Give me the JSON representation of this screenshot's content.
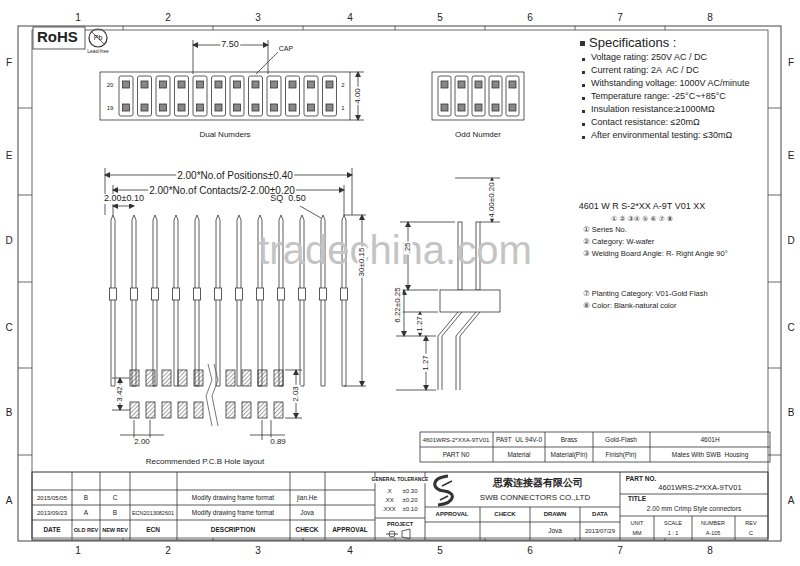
{
  "diagram": {
    "labels": [
      "1",
      "2",
      "3",
      "4",
      "5",
      "6",
      "7",
      "8",
      "1",
      "2",
      "3",
      "4",
      "5",
      "6",
      "7",
      "8",
      "F",
      "E",
      "D",
      "C",
      "B",
      "A",
      "F",
      "E",
      "D",
      "C",
      "B",
      "A",
      "RoHS",
      "Pb",
      "Lead-free",
      "7.50",
      "CAP",
      "4.00",
      "20",
      "19",
      "2",
      "1",
      "Dual Numders",
      "Odd Numder",
      "Specifications :",
      "Voltage rating: 250V AC / DC",
      "Current rating: 2A  AC / DC",
      "Withstanding voltage: 1000V AC/minute",
      "Temperature range: -25°C~+85°C",
      "Insulation resistance:≥1000MΩ",
      "Contact resistance: ≤20mΩ",
      "After environmental testing: ≤30mΩ",
      "2.00*No.of Positions±0.40",
      "2.00*No.of Contacts/2-2.00±0.20",
      "2.00±0.10",
      "SQ  0.50",
      "30±0.15",
      "4.00±0.20",
      ".25",
      "6.22±0.25",
      "1.27",
      "1.27",
      "4601 W R S-2*XX A-9T V01 XX",
      "① ② ③④ ⑤ ⑥ ⑦ ⑧",
      "① Series No.",
      "② Category: W-wafer",
      "③ Welding Board Angle: R- Right Angle 90°",
      "⑦ Planting Category: V01-Gold Flash",
      "⑧ Color: Blank-natural color",
      "tradechina.com",
      "3.42",
      "2.03",
      "2.00",
      "0.89",
      "Recommended P.C.B Hole layout",
      "4601WRS-2*XXA-9TV01",
      "PA9T  UL 94V-0",
      "Brass",
      "Gold-Flash",
      "4601H",
      "PART N0",
      "Material",
      "Material(Pin)",
      "Finish(Pin)",
      "Mates With SWB  Housing",
      "2015/05/05",
      "B",
      "C",
      "Modify drawing frame format",
      "jian.He",
      "2013/09/23",
      "A",
      "B",
      "ECN2013082601",
      "Modify drawing frame format",
      "Jova",
      "DATE",
      "OLD REV",
      "NEW REV",
      "ECN",
      "DESCRIPTION",
      "CHECK",
      "APPROVAL",
      "GENERAL TOLERANCE",
      ".X",
      "±0.30",
      ".XX",
      "±0.20",
      ".XXX",
      "±0.10",
      "PROJECT",
      "思索连接器有限公司",
      "SWB CONNECTORS CO.,LTD",
      "APPROVAL",
      "CHECK",
      "DRAWN",
      "DATA",
      "Jova",
      "2013/07/29",
      "PART NO.",
      "4601WRS-2*XXA-9TV01",
      "TITLE",
      "2.00 mm Crimp Style connectors",
      "UNIT",
      "MM",
      "SCALE",
      "1 : 1",
      "NUMBER",
      "A-105",
      "REV",
      "C"
    ]
  }
}
